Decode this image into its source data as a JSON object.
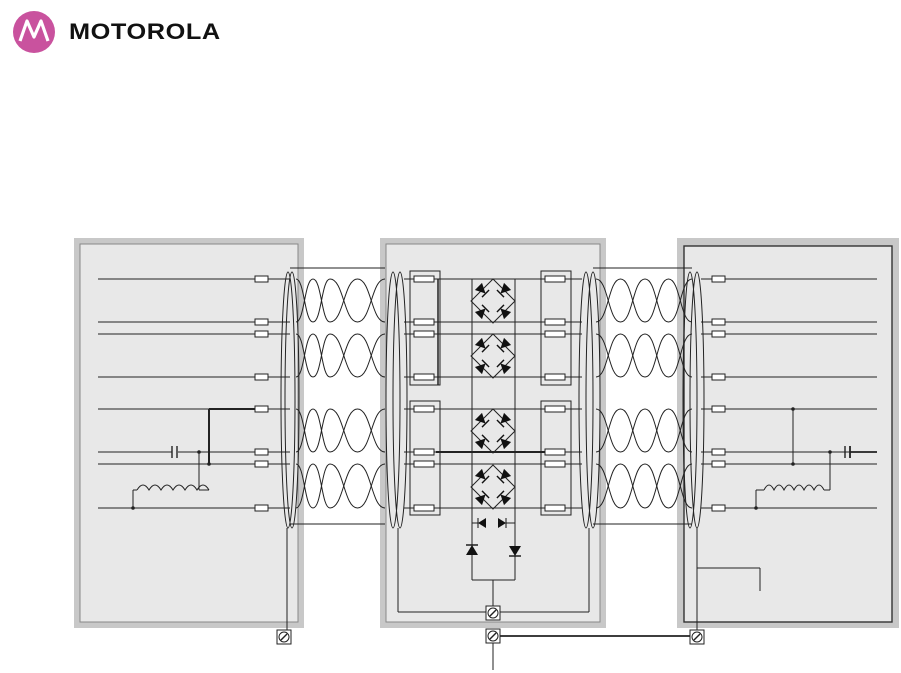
{
  "header": {
    "brand_name": "MOTOROLA",
    "logo_icon": "motorola-batwing-logo-icon",
    "brand_color": "#c9529e"
  },
  "diagram": {
    "panel_fill": "#e8e8e8",
    "panel_border": "#c4c4c4",
    "wire_color": "#222222",
    "components": [
      "resistor",
      "capacitor",
      "inductor",
      "diode-bridge",
      "diode",
      "ground-symbol",
      "earth-terminal-icon"
    ]
  }
}
